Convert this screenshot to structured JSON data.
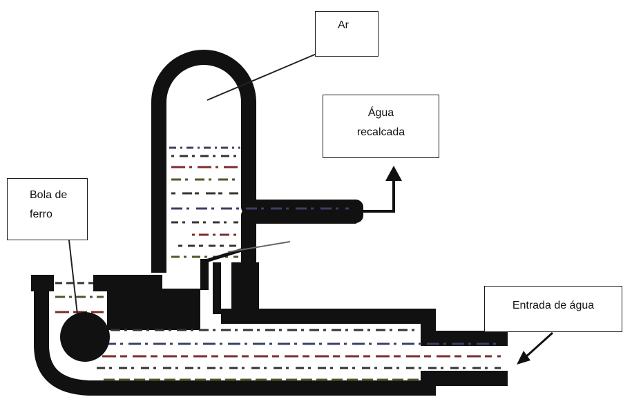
{
  "labels": {
    "air": "Ar",
    "pumped_water": [
      "Água",
      "recalcada"
    ],
    "iron_ball": [
      "Bola de",
      "ferro"
    ],
    "water_inlet": "Entrada de água"
  },
  "colors": {
    "ink": "#111111",
    "water_dash_dark": "#333333",
    "water_dash_red": "#7a2e2e",
    "water_dash_green": "#4a5a2a",
    "water_dash_blue": "#3a3f66",
    "background": "#ffffff"
  }
}
